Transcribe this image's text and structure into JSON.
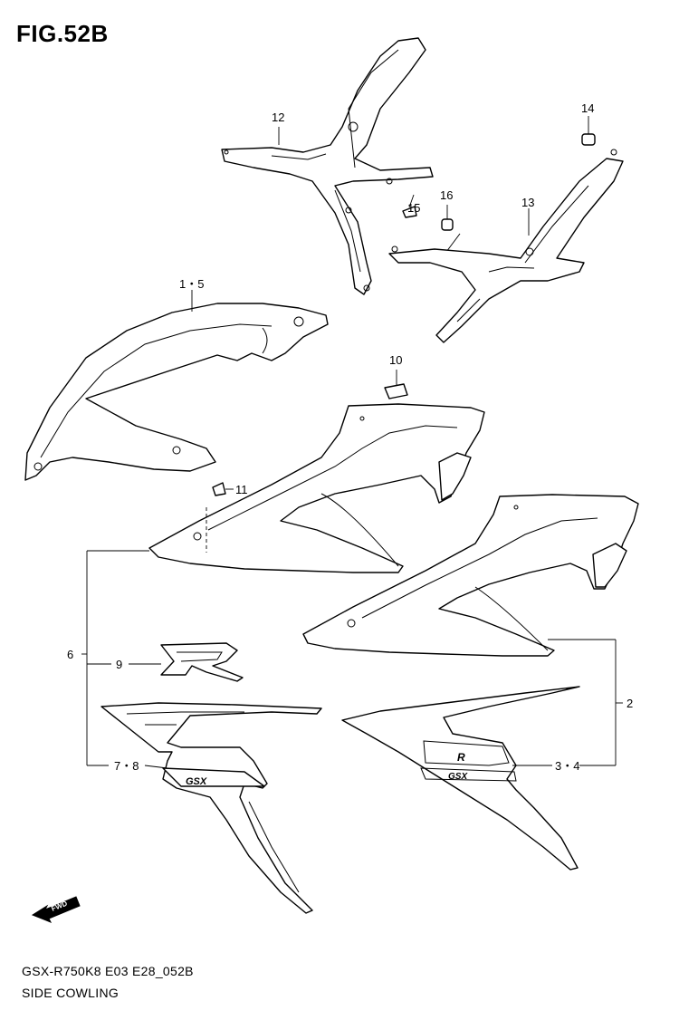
{
  "figure": {
    "title": "FIG.52B",
    "model_code": "GSX-R750K8 E03 E28_052B",
    "name": "SIDE COWLING"
  },
  "callouts": [
    {
      "id": "12",
      "label": "12"
    },
    {
      "id": "14",
      "label": "14"
    },
    {
      "id": "16",
      "label": "16"
    },
    {
      "id": "15",
      "label": "15"
    },
    {
      "id": "13",
      "label": "13"
    },
    {
      "id": "1-5",
      "label": "1・5"
    },
    {
      "id": "10",
      "label": "10"
    },
    {
      "id": "11",
      "label": "11"
    },
    {
      "id": "6",
      "label": "6"
    },
    {
      "id": "9",
      "label": "9"
    },
    {
      "id": "2",
      "label": "2"
    },
    {
      "id": "7-8",
      "label": "7・8"
    },
    {
      "id": "3-4",
      "label": "3・4"
    }
  ],
  "decals": {
    "r_logo": "R",
    "gsx_logo": "GSX",
    "fwd_arrow": "FWD"
  }
}
